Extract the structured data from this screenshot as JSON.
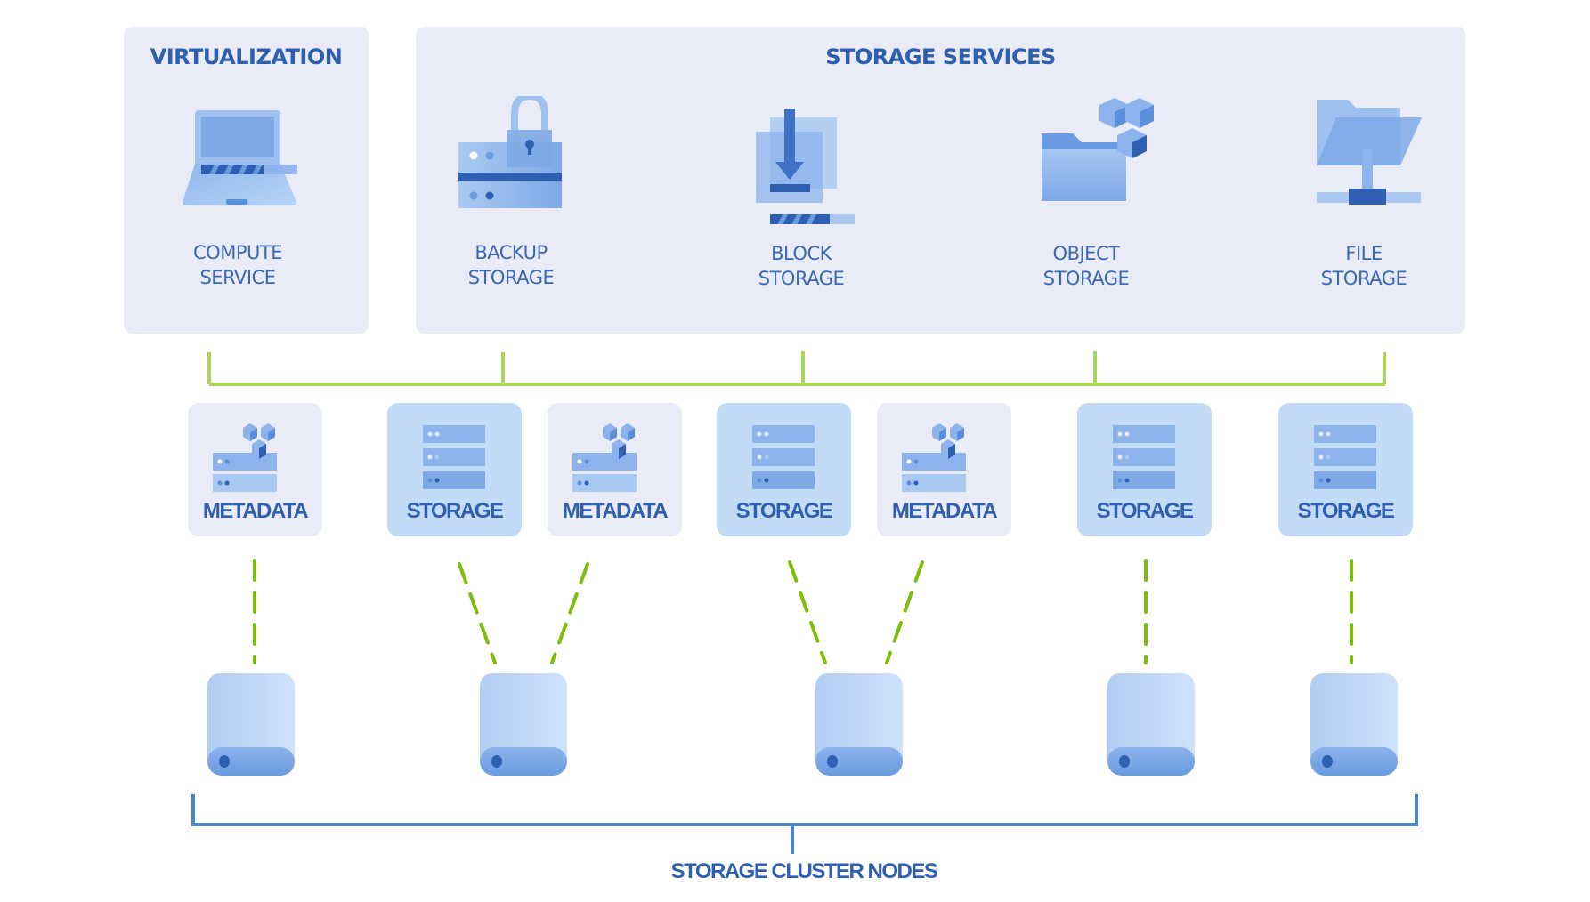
{
  "virtualization": {
    "title": "VIRTUALIZATION",
    "services": [
      {
        "label": "COMPUTE\nSERVICE",
        "icon": "laptop-icon"
      }
    ]
  },
  "storage_services": {
    "title": "STORAGE SERVICES",
    "services": [
      {
        "label": "BACKUP\nSTORAGE",
        "icon": "server-lock-icon"
      },
      {
        "label": "BLOCK\nSTORAGE",
        "icon": "block-download-icon"
      },
      {
        "label": "OBJECT\nSTORAGE",
        "icon": "folder-cubes-icon"
      },
      {
        "label": "FILE\nSTORAGE",
        "icon": "network-folder-icon"
      }
    ]
  },
  "cluster_services": [
    {
      "label": "METADATA",
      "type": "metadata",
      "icon": "metadata-server-icon"
    },
    {
      "label": "STORAGE",
      "type": "storage",
      "icon": "storage-server-icon"
    },
    {
      "label": "METADATA",
      "type": "metadata",
      "icon": "metadata-server-icon"
    },
    {
      "label": "STORAGE",
      "type": "storage",
      "icon": "storage-server-icon"
    },
    {
      "label": "METADATA",
      "type": "metadata",
      "icon": "metadata-server-icon"
    },
    {
      "label": "STORAGE",
      "type": "storage",
      "icon": "storage-server-icon"
    },
    {
      "label": "STORAGE",
      "type": "storage",
      "icon": "storage-server-icon"
    }
  ],
  "nodes": {
    "count": 5,
    "icon": "disk-drive-icon",
    "label": "STORAGE CLUSTER NODES"
  },
  "colors": {
    "panel_bg": "#e9ebf7",
    "storage_tile_bg": "#c2dbf6",
    "title_blue": "#2f5fb0",
    "bus_green": "#a9d65a",
    "dash_green": "#7cbf0a",
    "bracket_blue": "#4a86cf"
  }
}
